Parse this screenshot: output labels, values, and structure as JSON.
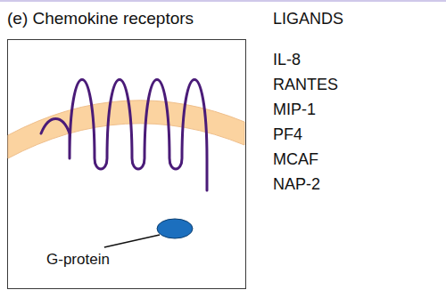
{
  "diagram": {
    "title": "(e) Chemokine receptors",
    "labels": [
      "LIGANDS",
      "IL-8",
      "RANTES",
      "MIP-1",
      "PF4",
      "MCAF",
      "NAP-2",
      "G-protein"
    ]
  }
}
